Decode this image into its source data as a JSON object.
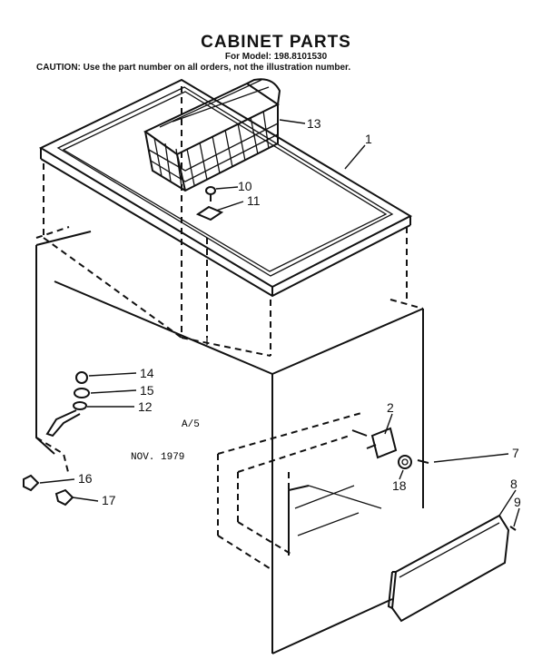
{
  "header": {
    "title": "CABINET PARTS",
    "model": "For Model: 198.8101530",
    "caution": "CAUTION: Use the part number on all orders, not the illustration number."
  },
  "callouts": [
    "1",
    "2",
    "7",
    "8",
    "9",
    "10",
    "11",
    "12",
    "13",
    "14",
    "15",
    "16",
    "17",
    "18"
  ],
  "stamp": {
    "code": "A/5",
    "date": "NOV. 1979"
  }
}
